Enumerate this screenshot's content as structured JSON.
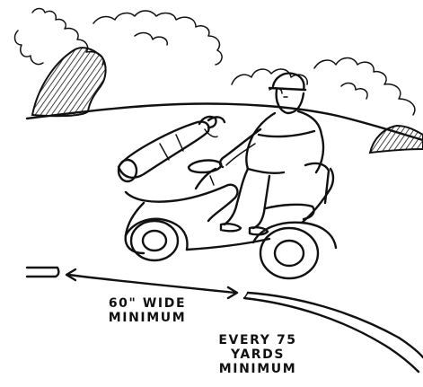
{
  "annotations": {
    "width": {
      "line1": "60\" WIDE",
      "line2": "MINIMUM"
    },
    "spacing": {
      "line1": "EVERY 75",
      "line2": "YARDS",
      "line3": "MINIMUM"
    }
  },
  "colors": {
    "ink": "#111111",
    "background": "#ffffff"
  }
}
